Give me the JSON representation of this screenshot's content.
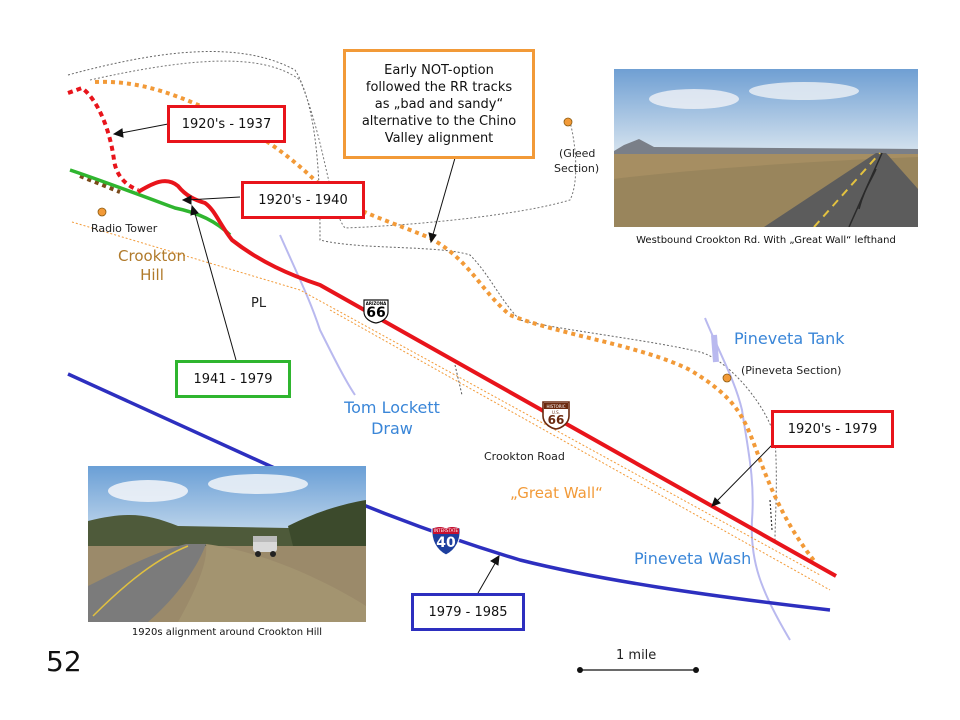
{
  "slide": {
    "page_number": "52"
  },
  "callouts": {
    "red_upper": "1920's - 1937",
    "red_middle": "1920's - 1940",
    "green": "1941 - 1979",
    "red_right": "1920's - 1979",
    "blue": "1979 - 1985",
    "orange_lines": [
      "Early NOT-option",
      "followed the RR tracks",
      "as „bad and sandy“",
      "alternative to the Chino",
      "Valley alignment"
    ]
  },
  "labels": {
    "radio_tower": "Radio Tower",
    "crookton_hill_1": "Crookton",
    "crookton_hill_2": "Hill",
    "pl": "PL",
    "gleed_1": "(Gleed",
    "gleed_2": "Section)",
    "pineveta_tank": "Pineveta Tank",
    "pineveta_section": "(Pineveta Section)",
    "tom_lockett_1": "Tom Lockett",
    "tom_lockett_2": "Draw",
    "crookton_road": "Crookton Road",
    "great_wall": "„Great Wall“",
    "pineveta_wash": "Pineveta Wash",
    "scale": "1 mile"
  },
  "shields": {
    "us66_top": "ARIZONA",
    "us66_number": "66",
    "historic_top": "HISTORIC",
    "historic_us": "U.S.",
    "historic_number": "66",
    "i40_top": "INTERSTATE",
    "i40_number": "40"
  },
  "photos": {
    "top_caption": "Westbound Crookton Rd. With „Great Wall“ lefthand",
    "bottom_caption": "1920s alignment around Crookton Hill"
  },
  "colors": {
    "route_1920s": "#e8141b",
    "route_1941": "#2fb52f",
    "route_i40": "#2d2fbf",
    "route_early": "#f29a38",
    "water": "#b9b9ef",
    "label_blue": "#3a86d8",
    "label_brown": "#b07a2a"
  }
}
